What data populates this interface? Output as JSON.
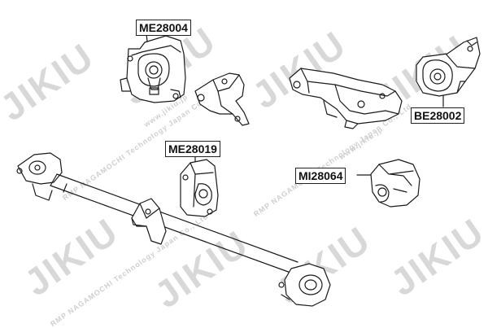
{
  "watermark": {
    "brand": "JIKIU",
    "company": "RMP NAGAMOCHI Technology Japan Co., Ltd",
    "site": "www.jikiu.jp"
  },
  "labels": [
    {
      "id": "lbl-1",
      "text": "ME28004"
    },
    {
      "id": "lbl-2",
      "text": "ME28019"
    },
    {
      "id": "lbl-3",
      "text": "MI28064"
    },
    {
      "id": "lbl-4",
      "text": "BE28002"
    }
  ],
  "colors": {
    "line": "#1a1a1a",
    "watermark": "#d8d8d8",
    "label_border": "#222222"
  }
}
